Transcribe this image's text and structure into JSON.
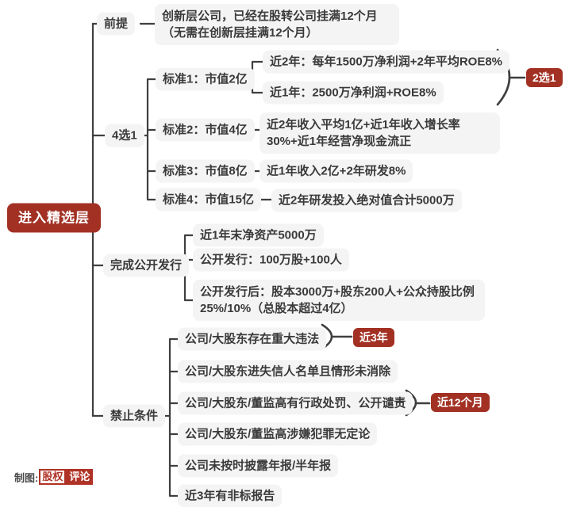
{
  "root": {
    "label": "进入精选层"
  },
  "premise": {
    "label": "前提",
    "detail": "创新层公司，已经在股转公司挂满12个月（无需在创新层挂满12个月）"
  },
  "standards_group": {
    "label": "4选1",
    "badge": "2选1",
    "standard1": {
      "label": "标准1：市值2亿",
      "option1": "近2年：每年1500万净利润+2年平均ROE8%",
      "option2": "近1年：2500万净利润+ROE8%"
    },
    "standard2": {
      "label": "标准2：市值4亿",
      "detail": "近2年收入平均1亿+近1年收入增长率30%+近1年经营净现金流正"
    },
    "standard3": {
      "label": "标准3：市值8亿",
      "detail": "近1年收入2亿+2年研发8%"
    },
    "standard4": {
      "label": "标准4：市值15亿",
      "detail": "近2年研发投入绝对值合计5000万"
    }
  },
  "offering": {
    "label": "完成公开发行",
    "item1": "近1年末净资产5000万",
    "item2": "公开发行：100万股+100人",
    "item3": "公开发行后：股本3000万+股东200人+公众持股比例25%/10%（总股本超过4亿）"
  },
  "prohibitions": {
    "label": "禁止条件",
    "item1": "公司/大股东存在重大违法",
    "badge1": "近3年",
    "item2": "公司/大股东进失信人名单且情形未消除",
    "item3": "公司/大股东/董监高有行政处罚、公开谴责",
    "badge2": "近12个月",
    "item4": "公司/大股东/董监高涉嫌犯罪无定论",
    "item5": "公司未按时披露年报/半年报",
    "item6": "近3年有非标报告"
  },
  "footer": {
    "prefix": "制图:",
    "brand_left": "股权",
    "brand_right": "评论"
  },
  "colors": {
    "accent_red": "#a23124",
    "node_bg": "#f4f4f4",
    "line": "#3f3f3f",
    "text": "#3a3a3a"
  }
}
